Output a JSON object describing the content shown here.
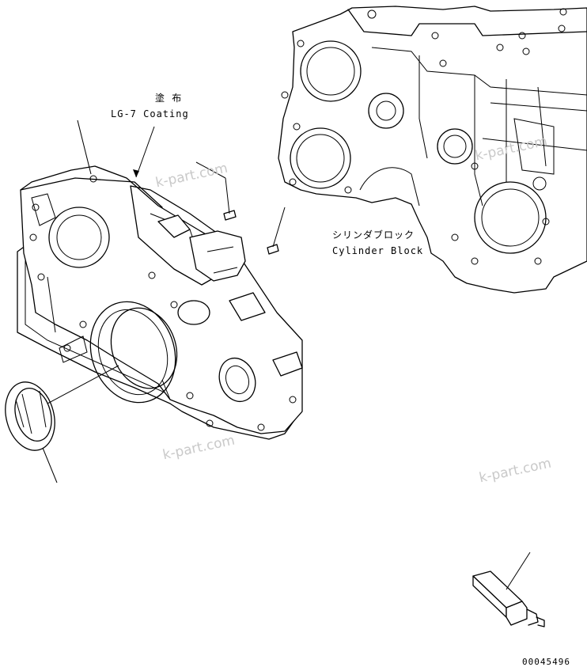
{
  "labels": {
    "coating_jp": "塗 布",
    "coating_en": "LG-7 Coating",
    "block_jp": "シリンダブロック",
    "block_en": "Cylinder Block",
    "drawing_number": "00045496"
  },
  "watermarks": [
    "k-part.com",
    "k-part.com",
    "k-part.com",
    "k-part.com"
  ]
}
